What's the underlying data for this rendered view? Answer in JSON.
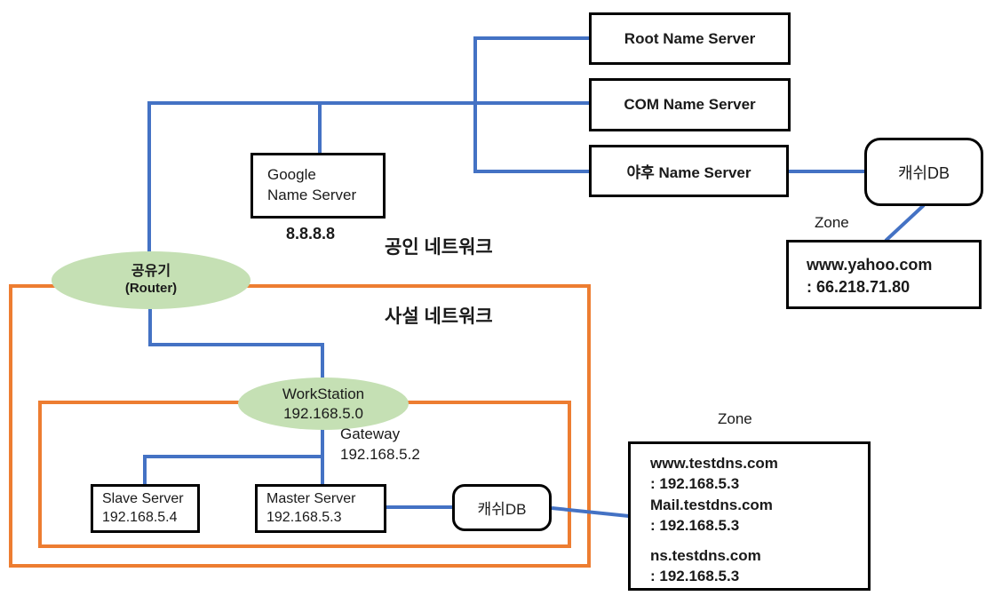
{
  "colors": {
    "connector_blue": "#4472C4",
    "network_orange": "#ED7D31",
    "node_green": "#C5E0B4",
    "border_black": "#000000"
  },
  "regions": {
    "public_label": "공인 네트워크",
    "private_label": "사설 네트워크"
  },
  "servers": {
    "root": {
      "label": "Root Name Server"
    },
    "com": {
      "label": "COM Name Server"
    },
    "yahoo": {
      "label": "야후 Name Server"
    },
    "google": {
      "line1": "Google",
      "line2": "Name Server",
      "ip": "8.8.8.8"
    }
  },
  "router": {
    "line1": "공유기",
    "line2": "(Router)"
  },
  "workstation": {
    "line1": "WorkStation",
    "line2": "192.168.5.0"
  },
  "gateway": {
    "line1": "Gateway",
    "line2": "192.168.5.2"
  },
  "slave": {
    "line1": "Slave Server",
    "line2": "192.168.5.4"
  },
  "master": {
    "line1": "Master Server",
    "line2": "192.168.5.3"
  },
  "cache_db_top": {
    "label": "캐쉬DB"
  },
  "cache_db_bottom": {
    "label": "캐쉬DB"
  },
  "yahoo_zone": {
    "title": "Zone",
    "line1": "www.yahoo.com",
    "line2": ": 66.218.71.80"
  },
  "testdns_zone": {
    "title": "Zone",
    "group1": [
      "www.testdns.com",
      ": 192.168.5.3",
      "Mail.testdns.com",
      ": 192.168.5.3"
    ],
    "group2": [
      "ns.testdns.com",
      ": 192.168.5.3"
    ]
  }
}
